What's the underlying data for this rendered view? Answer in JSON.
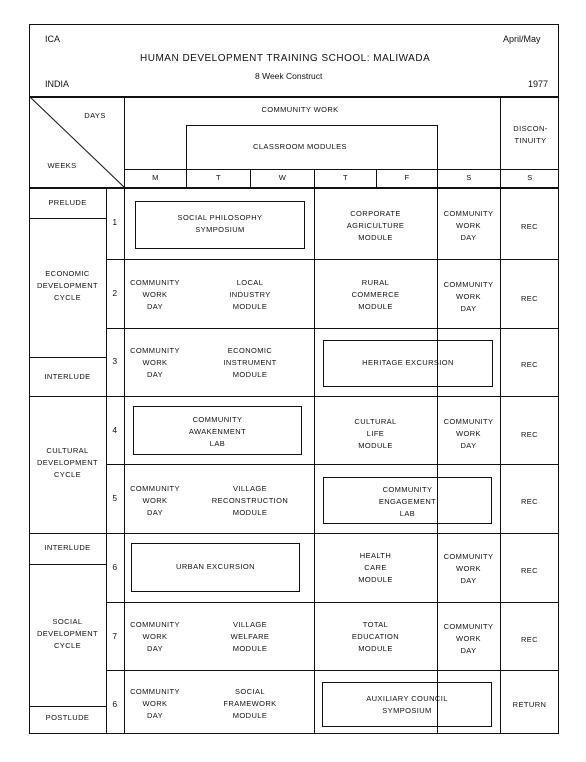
{
  "header": {
    "org": "ICA",
    "date": "April/May",
    "title": "HUMAN DEVELOPMENT TRAINING SCHOOL:  MALIWADA",
    "subtitle": "8 Week Construct",
    "country": "INDIA",
    "year": "1977"
  },
  "table": {
    "corner_days": "DAYS",
    "corner_weeks": "WEEKS",
    "community_work": "COMMUNITY WORK",
    "classroom_modules": "CLASSROOM MODULES",
    "discontinuity": "DISCON-\nTINUITY",
    "days": [
      "M",
      "T",
      "W",
      "T",
      "F",
      "S",
      "S"
    ],
    "phases": {
      "prelude": "PRELUDE",
      "economic": "ECONOMIC\nDEVELOPMENT\nCYCLE",
      "interlude1": "INTERLUDE",
      "cultural": "CULTURAL\nDEVELOPMENT\nCYCLE",
      "interlude2": "INTERLUDE",
      "social": "SOCIAL\nDEVELOPMENT\nCYCLE",
      "postlude": "POSTLUDE"
    },
    "week_numbers": [
      "1",
      "2",
      "3",
      "4",
      "5",
      "6",
      "7",
      "6"
    ],
    "weeks": [
      {
        "mon": "",
        "tw": "SOCIAL PHILOSOPHY\nSYMPOSIUM",
        "tf": "CORPORATE\nAGRICULTURE\nMODULE",
        "sat": "COMMUNITY\nWORK\nDAY",
        "sun": "REC"
      },
      {
        "mon": "COMMUNITY\nWORK\nDAY",
        "tw": "LOCAL\nINDUSTRY\nMODULE",
        "tf": "RURAL\nCOMMERCE\nMODULE",
        "sat": "COMMUNITY\nWORK\nDAY",
        "sun": "REC"
      },
      {
        "mon": "COMMUNITY\nWORK\nDAY",
        "tw": "ECONOMIC\nINSTRUMENT\nMODULE",
        "tf": "HERITAGE EXCURSION",
        "sat": "",
        "sun": "REC"
      },
      {
        "mon": "COMMUNITY\nAWAKENMENT\nLAB",
        "tw": "",
        "tf": "CULTURAL\nLIFE\nMODULE",
        "sat": "COMMUNITY\nWORK\nDAY",
        "sun": "REC"
      },
      {
        "mon": "COMMUNITY\nWORK\nDAY",
        "tw": "VILLAGE\nRECONSTRUCTION\nMODULE",
        "tf": "COMMUNITY\nENGAGEMENT\nLAB",
        "sat": "",
        "sun": "REC"
      },
      {
        "mon": "URBAN EXCURSION",
        "tw": "",
        "tf": "HEALTH\nCARE\nMODULE",
        "sat": "COMMUNITY\nWORK\nDAY",
        "sun": "REC"
      },
      {
        "mon": "COMMUNITY\nWORK\nDAY",
        "tw": "VILLAGE\nWELFARE\nMODULE",
        "tf": "TOTAL\nEDUCATION\nMODULE",
        "sat": "COMMUNITY\nWORK\nDAY",
        "sun": "REC"
      },
      {
        "mon": "COMMUNITY\nWORK\nDAY",
        "tw": "SOCIAL\nFRAMEWORK\nMODULE",
        "tf": "AUXILIARY COUNCIL\nSYMPOSIUM",
        "sat": "",
        "sun": "RETURN"
      }
    ]
  }
}
